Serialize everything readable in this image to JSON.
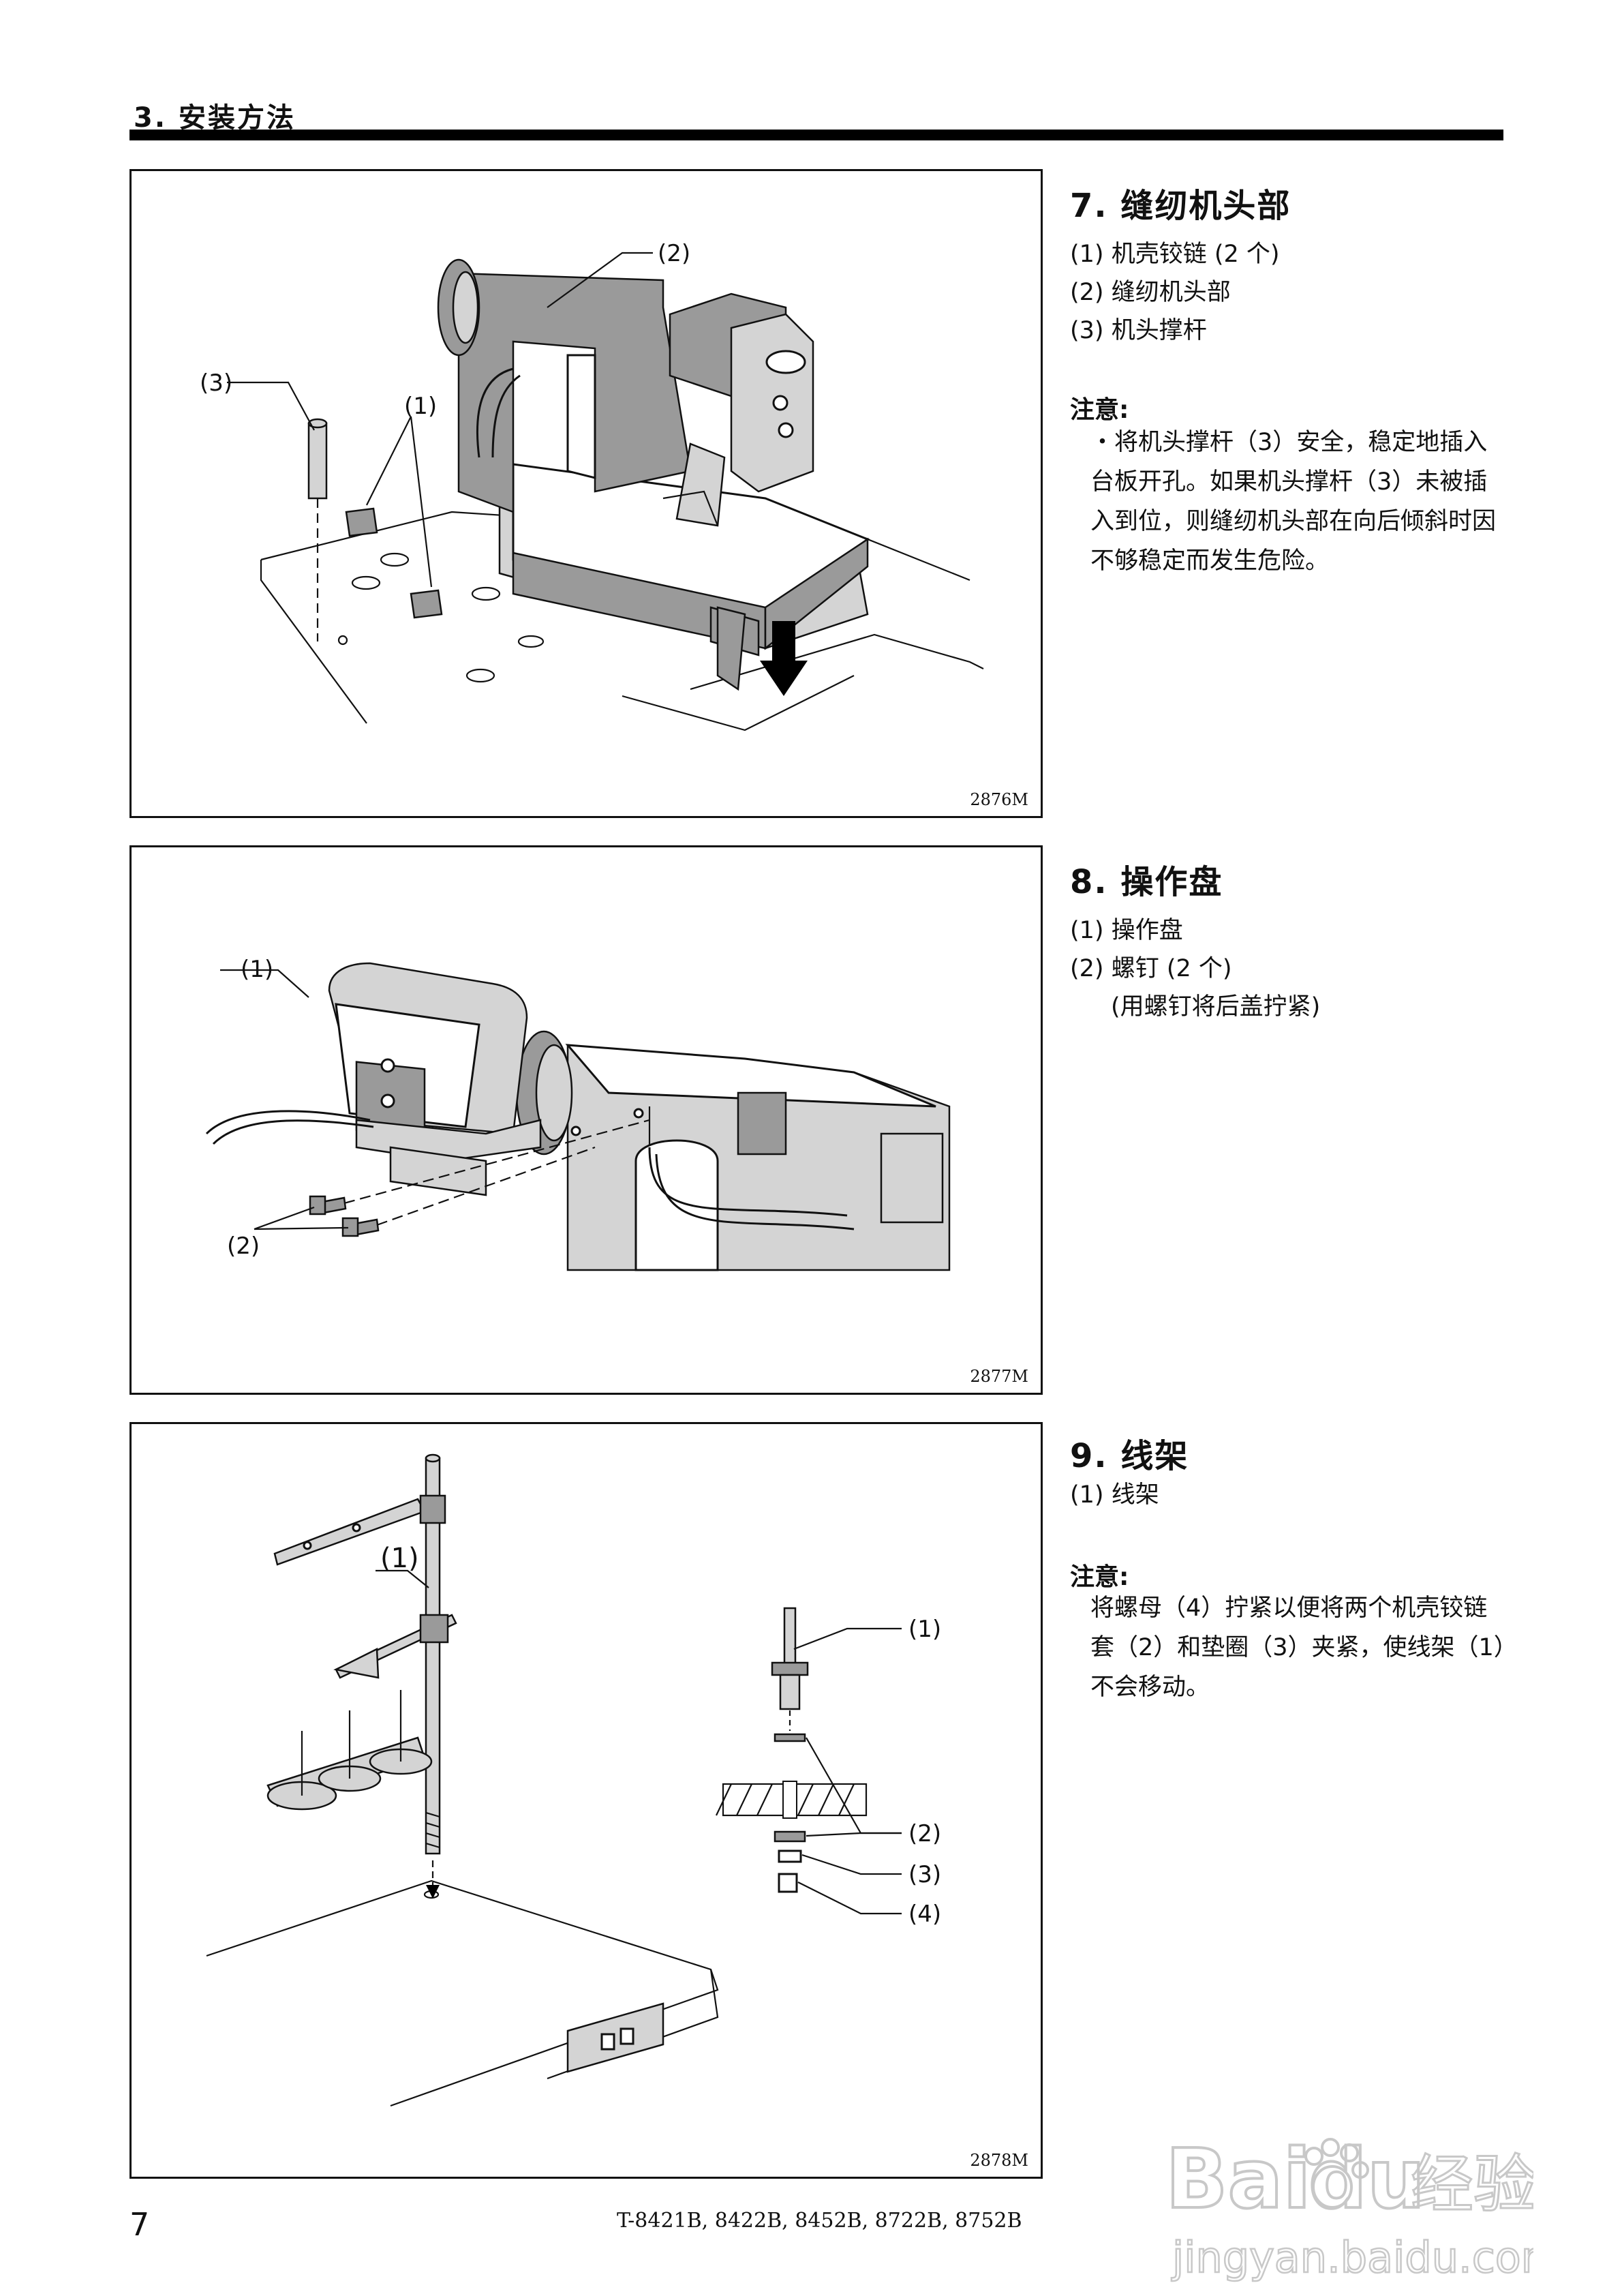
{
  "header": {
    "title": "3. 安装方法"
  },
  "sections": [
    {
      "title": "7. 缝纫机头部",
      "items": [
        "(1) 机壳铰链 (2 个)",
        "(2) 缝纫机头部",
        "(3) 机头撑杆"
      ],
      "note_label": "注意:",
      "note_text": "・将机头撑杆（3）安全，稳定地插入台板开孔。如果机头撑杆（3）未被插入到位，则缝纫机头部在向后倾斜时因不够稳定而发生危险。"
    },
    {
      "title": "8. 操作盘",
      "items": [
        "(1) 操作盘",
        "(2) 螺钉 (2 个)",
        "(用螺钉将后盖拧紧)"
      ]
    },
    {
      "title": "9. 线架",
      "items": [
        "(1) 线架"
      ],
      "note_label": "注意:",
      "note_text": "将螺母（4）拧紧以便将两个机壳铰链套（2）和垫圈（3）夹紧，使线架（1）不会移动。"
    }
  ],
  "figures": [
    {
      "code": "2876M",
      "callouts": [
        "(1)",
        "(2)",
        "(3)"
      ]
    },
    {
      "code": "2877M",
      "callouts": [
        "(1)",
        "(2)"
      ]
    },
    {
      "code": "2878M",
      "callouts": [
        "(1)",
        "(1)",
        "(2)",
        "(3)",
        "(4)"
      ]
    }
  ],
  "footer": {
    "page_number": "7",
    "models": "T-8421B, 8422B, 8452B, 8722B, 8752B"
  },
  "watermark": {
    "brand": "Bai",
    "brand2": "du",
    "product": "经验",
    "url": "jingyan.baidu.com",
    "icon": "paw-icon"
  }
}
